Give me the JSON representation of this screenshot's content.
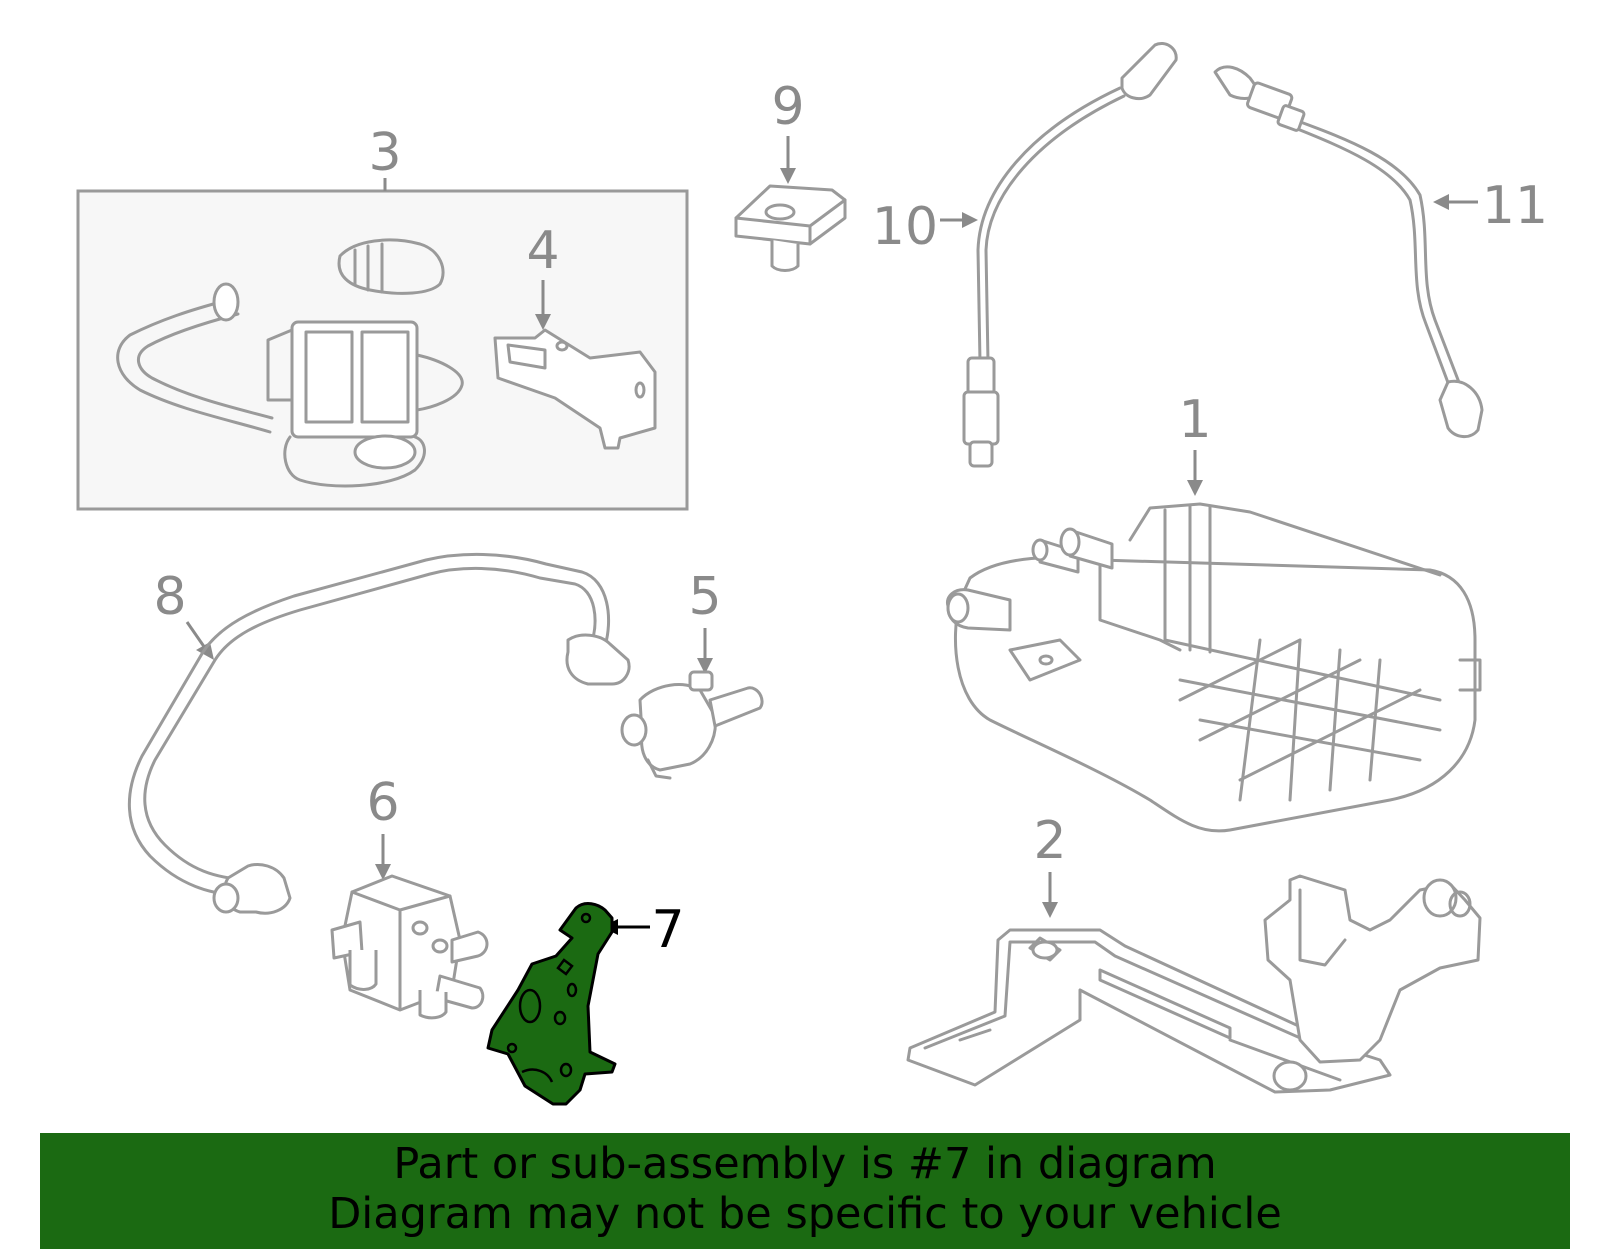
{
  "callouts": {
    "c1": "1",
    "c2": "2",
    "c3": "3",
    "c4": "4",
    "c5": "5",
    "c6": "6",
    "c7": "7",
    "c8": "8",
    "c9": "9",
    "c10": "10",
    "c11": "11"
  },
  "highlight": {
    "part_number": "7",
    "color": "#1b6a12"
  },
  "banner": {
    "line1": "Part or sub-assembly is #7 in diagram",
    "line2": "Diagram may not be specific to your vehicle",
    "background": "#1b6a12"
  }
}
